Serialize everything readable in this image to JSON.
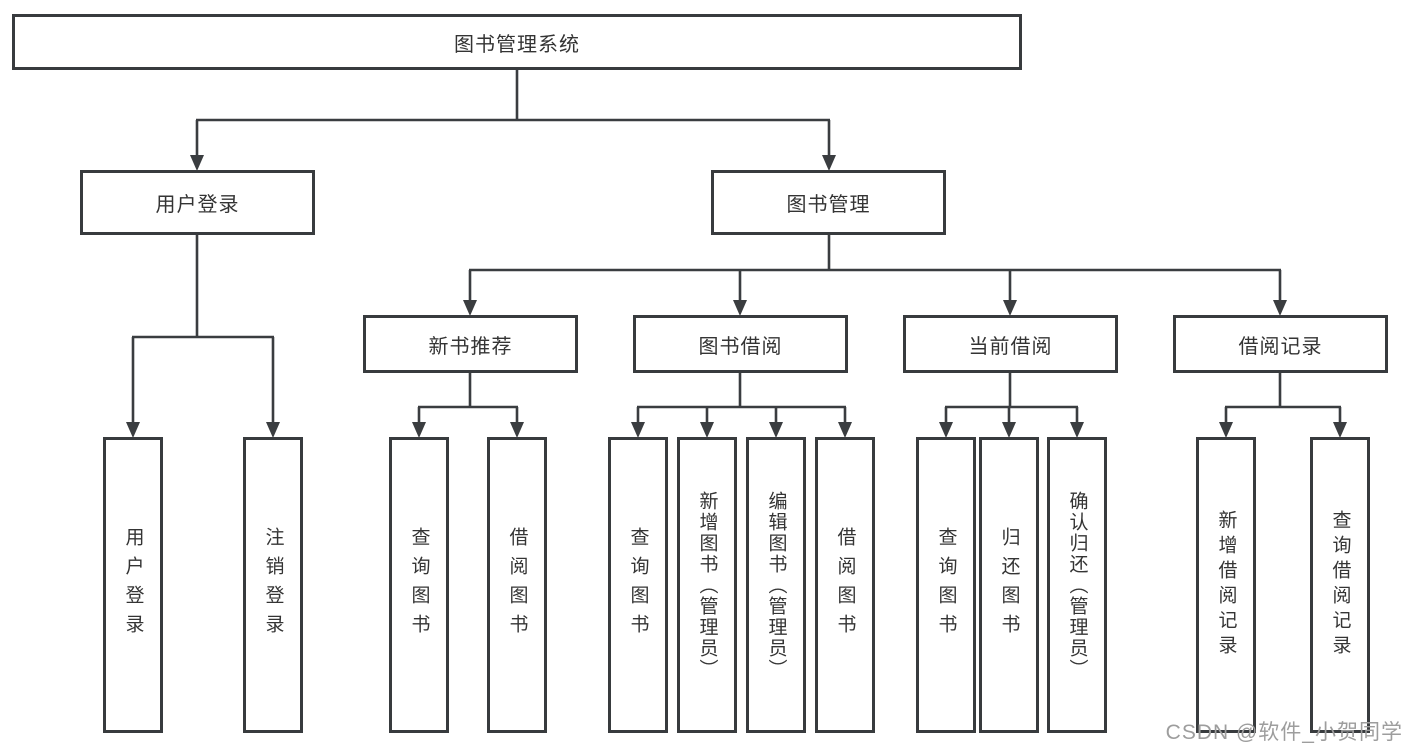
{
  "diagram": {
    "root": {
      "label": "图书管理系统"
    },
    "level2": [
      {
        "label": "用户登录",
        "children": [
          {
            "label": "用户登录"
          },
          {
            "label": "注销登录"
          }
        ]
      },
      {
        "label": "图书管理",
        "children": [
          {
            "label": "新书推荐",
            "children": [
              {
                "label": "查询图书"
              },
              {
                "label": "借阅图书"
              }
            ]
          },
          {
            "label": "图书借阅",
            "children": [
              {
                "label": "查询图书"
              },
              {
                "label": "新增图书（管理员）"
              },
              {
                "label": "编辑图书（管理员）"
              },
              {
                "label": "借阅图书"
              }
            ]
          },
          {
            "label": "当前借阅",
            "children": [
              {
                "label": "查询图书"
              },
              {
                "label": "归还图书"
              },
              {
                "label": "确认归还（管理员）"
              }
            ]
          },
          {
            "label": "借阅记录",
            "children": [
              {
                "label": "新增借阅记录"
              },
              {
                "label": "查询借阅记录"
              }
            ]
          }
        ]
      }
    ]
  },
  "watermark": {
    "text": "CSDN @软件_小贺同学",
    "color": "#9d9d9d"
  },
  "colors": {
    "background": "#ffffff",
    "box_border": "#383b3e",
    "connector_line": "#3a3d40",
    "text": "#343434"
  }
}
